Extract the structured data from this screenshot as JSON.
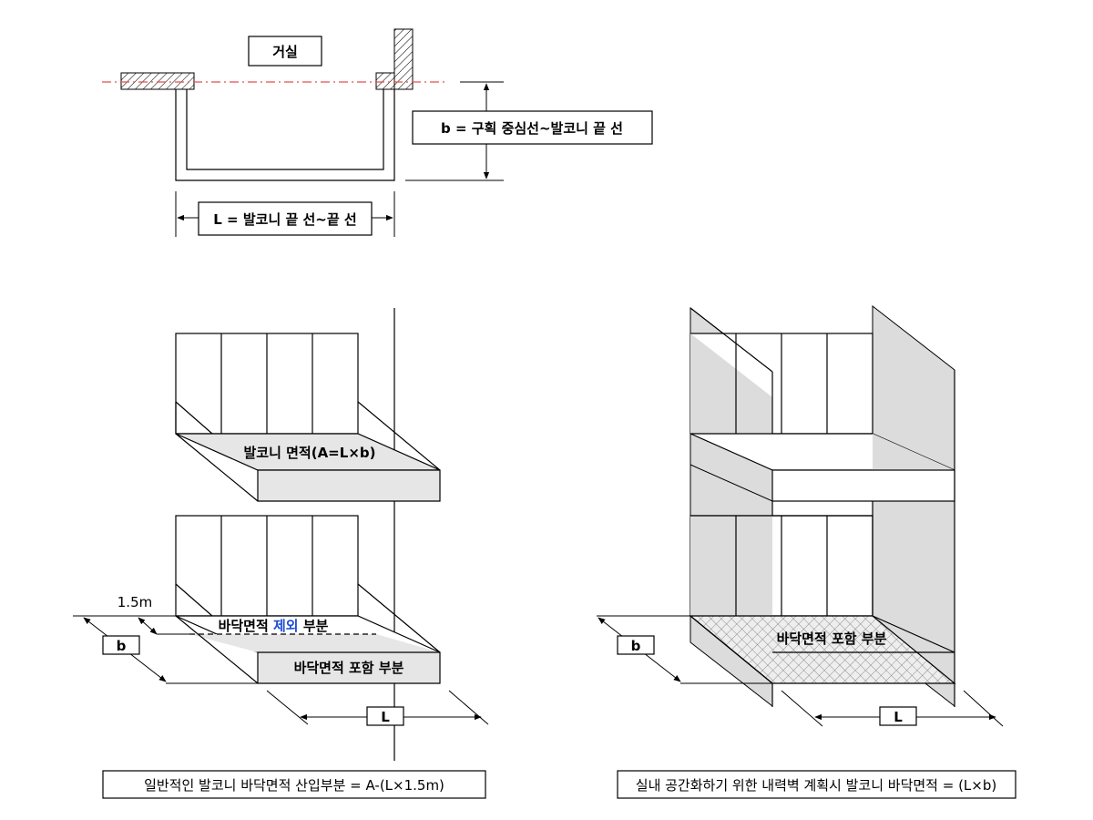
{
  "plan": {
    "room_label": "거실",
    "b_definition": "b = 구획 중심선~발코니 끝 선",
    "L_definition": "L = 발코니 끝 선~끝 선"
  },
  "general_case": {
    "balcony_area_label": "발코니 면적(A=L×b)",
    "dim_15m_label": "1.5m",
    "excluded_prefix": "바닥면적 ",
    "excluded_highlight": "제외",
    "excluded_suffix": " 부분",
    "included_label": "바닥면적 포함 부분",
    "b_tag": "b",
    "L_tag": "L",
    "caption": "일반적인 발코니 바닥면적 산입부분 = A-(L×1.5m)"
  },
  "interior_case": {
    "included_label": "바닥면적 포함 부분",
    "b_tag": "b",
    "L_tag": "L",
    "caption": "실내 공간화하기 위한 내력벽 계획시 발코니 바닥면적 = (L×b)"
  },
  "colors": {
    "centerline": "#e05050",
    "highlight_text": "#1f4fd6",
    "slab_fill": "#e6e6e6",
    "wall_shade": "#dcdcdc"
  }
}
